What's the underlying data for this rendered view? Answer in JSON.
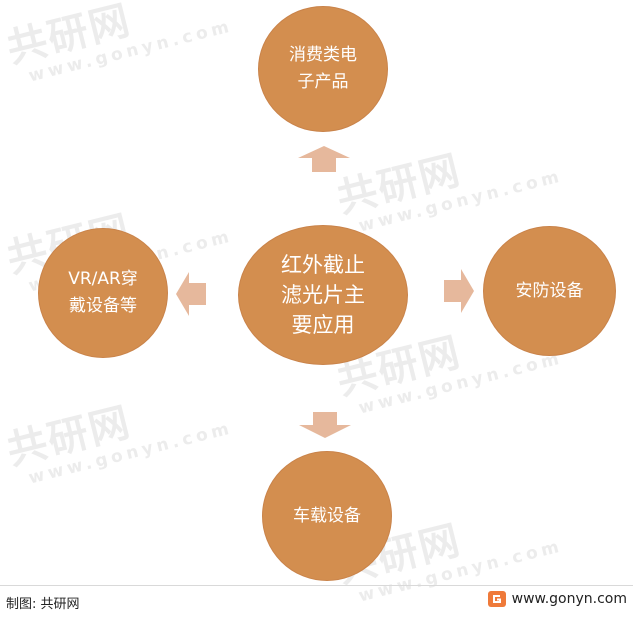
{
  "center": {
    "lines": [
      "红外截止",
      "滤光片主",
      "要应用"
    ]
  },
  "nodes": {
    "top": {
      "lines": [
        "消费类电",
        "子产品"
      ]
    },
    "left": {
      "lines": [
        "VR/AR穿",
        "戴设备等"
      ]
    },
    "right": {
      "lines": [
        "安防设备"
      ]
    },
    "bottom": {
      "lines": [
        "车载设备"
      ]
    }
  },
  "watermark": {
    "main": "共研网",
    "sub": "www.gonyn.com"
  },
  "footer": {
    "source": "制图: 共研网",
    "site": "www.gonyn.com"
  },
  "colors": {
    "node_fill": "#d38e4f",
    "arrow_fill": "#e6b89c",
    "text": "#ffffff"
  },
  "icons": {
    "logo": "gonyn-logo-icon"
  }
}
